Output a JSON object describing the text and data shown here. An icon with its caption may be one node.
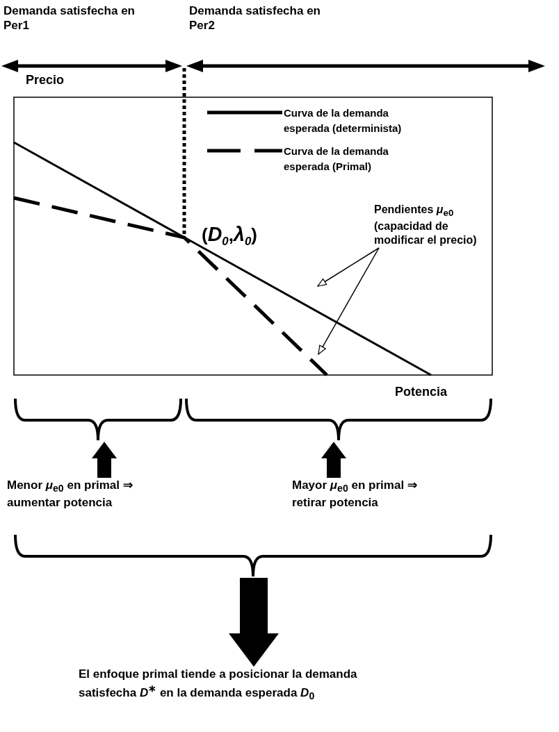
{
  "diagram": {
    "nodes": [
      {
        "text": [
          "Pendientes *μ*$_{e0}$ (capacidad de modificar el precio)"
        ]
      },
      {
        "text": [],
        "shape": "brace"
      },
      {
        "text": [],
        "shape": "brace"
      },
      {
        "text": [
          "Menor *μ*$_{e0}$ en primal ⇒ aumentar potencia"
        ]
      },
      {
        "text": [
          "Mayor *μ*$_{e0}$ en primal ⇒ retirar potencia"
        ]
      },
      {
        "text": [],
        "shape": "brace"
      },
      {
        "text": [
          "El enfoque primal tiende a posicionar la demanda satisfecha *D*$^{∗}$ en la demanda esperada *D*$_{0}$"
        ]
      }
    ],
    "edges": [
      {
        "from": 0,
        "to": null,
        "arrow": "to"
      },
      {
        "from": 0,
        "to": null,
        "arrow": "to"
      },
      {
        "from": 3,
        "to": 1,
        "arrow": "to"
      },
      {
        "from": 4,
        "to": 2,
        "arrow": "to"
      },
      {
        "from": 5,
        "to": 6,
        "arrow": "to",
        "style": "thick"
      }
    ],
    "labels": [
      "Demanda satisfecha en Per1",
      "Demanda satisfecha en Per2",
      "Precio",
      "(*D*$_{0}$,*λ*$_{0}$)",
      "Potencia"
    ],
    "legend": [
      {
        "text": "Curva de la demanda esperada (determinista)"
      },
      {
        "text": "Curva de la demanda esperada (Primal)"
      }
    ]
  }
}
